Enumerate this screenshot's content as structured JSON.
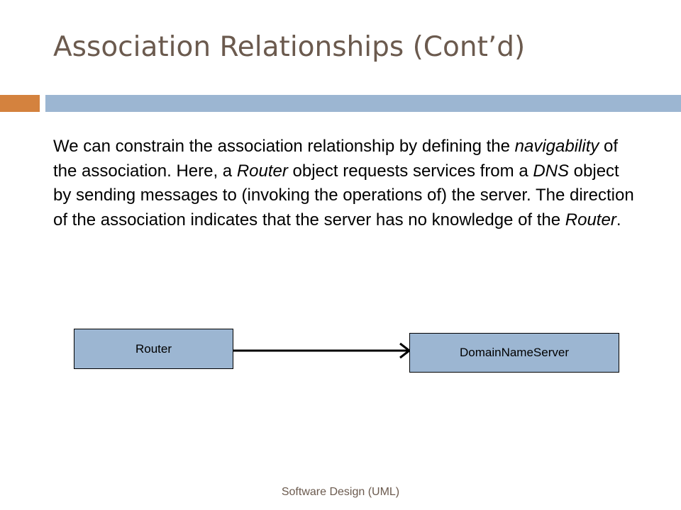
{
  "slide": {
    "title": "Association Relationships (Cont’d)",
    "footer": "Software Design (UML)"
  },
  "body": {
    "p1": "We can constrain the association relationship by defining the ",
    "p1_em": "navigability",
    "p2": " of the association. Here, a ",
    "p2_em": "Router",
    "p3": " object requests services from a ",
    "p3_em": "DNS",
    "p4": " object by sending messages to (invoking the operations of) the server. The direction of the association indicates that the server has no knowledge of the ",
    "p4_em": "Router",
    "p5": "."
  },
  "diagram": {
    "source_class": "Router",
    "target_class": "DomainNameServer"
  },
  "colors": {
    "title": "#6b5a4e",
    "accent": "#d4823e",
    "bar": "#9cb6d2",
    "class_fill": "#9cb6d2"
  }
}
